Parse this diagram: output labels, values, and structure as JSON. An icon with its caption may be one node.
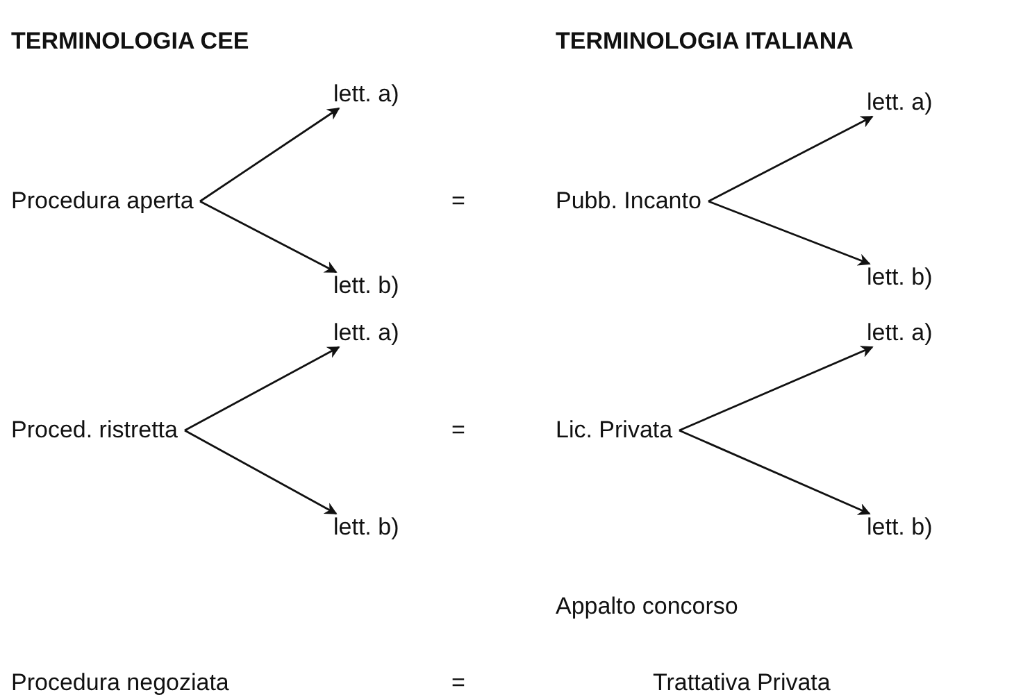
{
  "diagram": {
    "nodes": [
      {
        "text": [
          "Procedura aperta"
        ]
      },
      {
        "text": [
          "lett. a)"
        ]
      },
      {
        "text": [
          "lett. b)"
        ]
      },
      {
        "text": [
          "Pubb. Incanto"
        ]
      },
      {
        "text": [
          "lett. a)"
        ]
      },
      {
        "text": [
          "lett. b)"
        ]
      },
      {
        "text": [
          "Proced. ristretta"
        ]
      },
      {
        "text": [
          "lett. a)"
        ]
      },
      {
        "text": [
          "lett. b)"
        ]
      },
      {
        "text": [
          "Lic. Privata"
        ]
      },
      {
        "text": [
          "lett. a)"
        ]
      },
      {
        "text": [
          "lett. b)"
        ]
      }
    ],
    "edges": [
      {
        "from": 0,
        "to": 1,
        "arrow": "to"
      },
      {
        "from": 0,
        "to": 2,
        "arrow": "to"
      },
      {
        "from": 3,
        "to": 4,
        "arrow": "to"
      },
      {
        "from": 3,
        "to": 5,
        "arrow": "to"
      },
      {
        "from": 6,
        "to": 7,
        "arrow": "to"
      },
      {
        "from": 6,
        "to": 8,
        "arrow": "to"
      },
      {
        "from": 9,
        "to": 10,
        "arrow": "to"
      },
      {
        "from": 9,
        "to": 11,
        "arrow": "to"
      }
    ],
    "labels": [
      "TERMINOLOGIA CEE",
      "TERMINOLOGIA ITALIANA",
      "=",
      "=",
      "Appalto concorso",
      "Procedura negoziata",
      "=",
      "Trattativa Privata"
    ]
  }
}
